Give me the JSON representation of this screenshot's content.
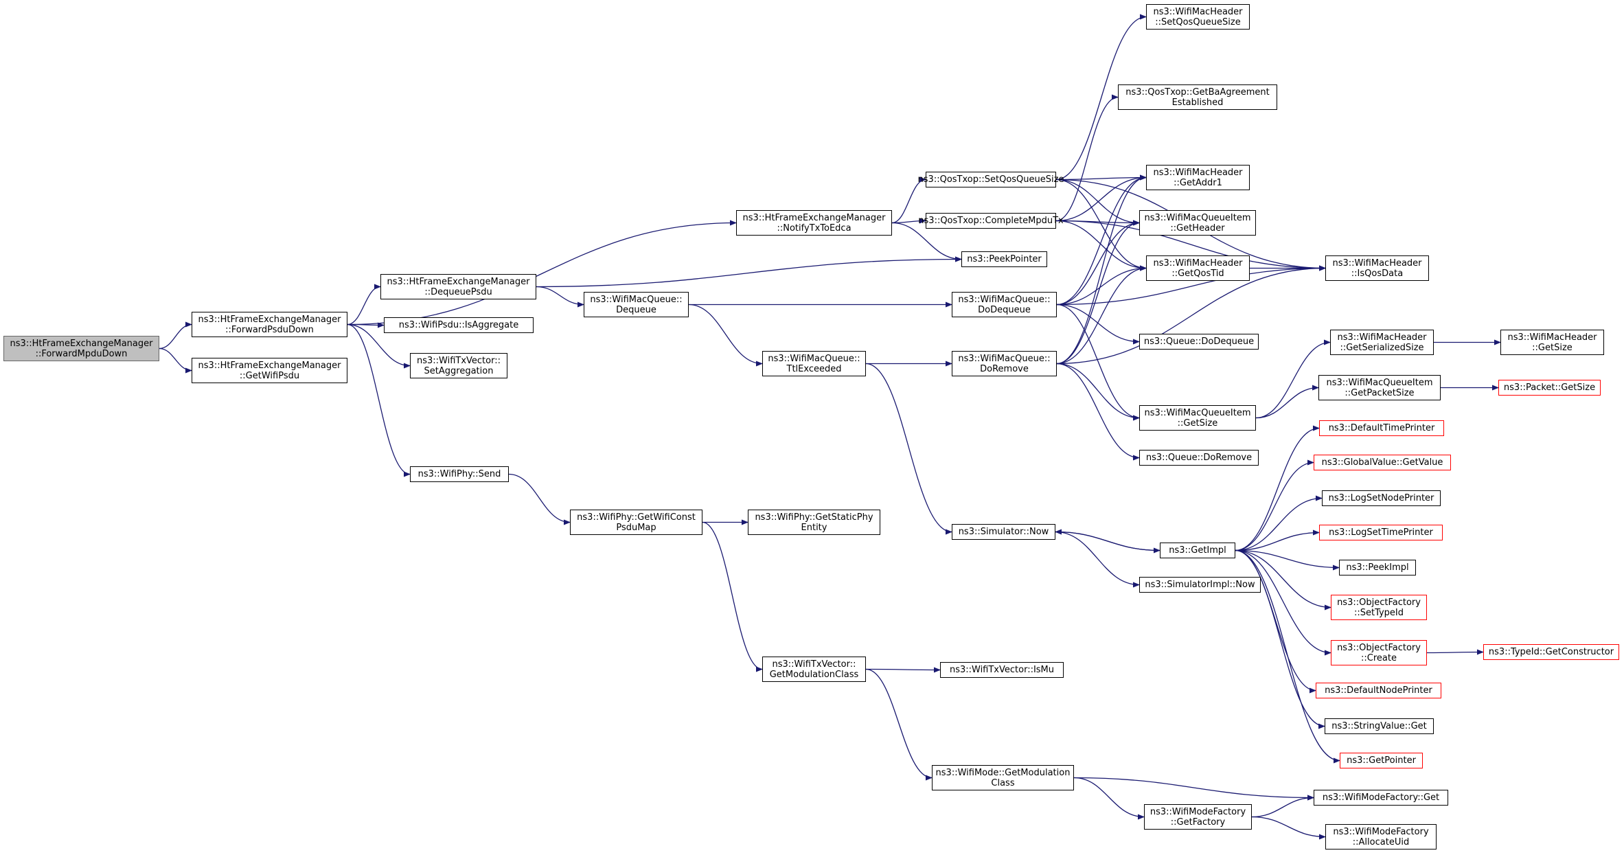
{
  "colors": {
    "edge": "#191970",
    "border": "#000000",
    "truncated_border": "#ff0000",
    "root_fill": "#bfbfbf"
  },
  "nodes": {
    "n_root": {
      "label": "ns3::HtFrameExchangeManager\n::ForwardMpduDown",
      "style": "root"
    },
    "n_fwdpsdu": {
      "label": "ns3::HtFrameExchangeManager\n::ForwardPsduDown"
    },
    "n_getwifipsdu": {
      "label": "ns3::HtFrameExchangeManager\n::GetWifiPsdu"
    },
    "n_notifytx": {
      "label": "ns3::HtFrameExchangeManager\n::NotifyTxToEdca"
    },
    "n_dequeuepsdu": {
      "label": "ns3::HtFrameExchangeManager\n::DequeuePsdu"
    },
    "n_isaggregate": {
      "label": "ns3::WifiPsdu::IsAggregate"
    },
    "n_setagg": {
      "label": "ns3::WifiTxVector::\nSetAggregation"
    },
    "n_physend": {
      "label": "ns3::WifiPhy::Send"
    },
    "n_getwificonst": {
      "label": "ns3::WifiPhy::GetWifiConst\nPsduMap"
    },
    "n_getstaticphy": {
      "label": "ns3::WifiPhy::GetStaticPhy\nEntity"
    },
    "n_getmodclass": {
      "label": "ns3::WifiTxVector::\nGetModulationClass"
    },
    "n_ismu": {
      "label": "ns3::WifiTxVector::IsMu"
    },
    "n_modegetmod": {
      "label": "ns3::WifiMode::GetModulation\nClass"
    },
    "n_factoryget": {
      "label": "ns3::WifiModeFactory::Get"
    },
    "n_getfactory": {
      "label": "ns3::WifiModeFactory\n::GetFactory"
    },
    "n_allocuid": {
      "label": "ns3::WifiModeFactory\n::AllocateUid"
    },
    "n_qdequeue": {
      "label": "ns3::WifiMacQueue::\nDequeue"
    },
    "n_ttl": {
      "label": "ns3::WifiMacQueue::\nTtlExceeded"
    },
    "n_dodequeue": {
      "label": "ns3::WifiMacQueue::\nDoDequeue"
    },
    "n_doremove": {
      "label": "ns3::WifiMacQueue::\nDoRemove"
    },
    "n_setqos": {
      "label": "ns3::QosTxop::SetQosQueueSize"
    },
    "n_completempdu": {
      "label": "ns3::QosTxop::CompleteMpduTx"
    },
    "n_peekpointer": {
      "label": "ns3::PeekPointer"
    },
    "n_hdrsetqos": {
      "label": "ns3::WifiMacHeader\n::SetQosQueueSize"
    },
    "n_getba": {
      "label": "ns3::QosTxop::GetBaAgreement\nEstablished"
    },
    "n_getaddr1": {
      "label": "ns3::WifiMacHeader\n::GetAddr1"
    },
    "n_itemgetheader": {
      "label": "ns3::WifiMacQueueItem\n::GetHeader"
    },
    "n_getqostid": {
      "label": "ns3::WifiMacHeader\n::GetQosTid"
    },
    "n_isqosdata": {
      "label": "ns3::WifiMacHeader\n::IsQosData"
    },
    "n_queuedodequeue": {
      "label": "ns3::Queue::DoDequeue"
    },
    "n_getserialized": {
      "label": "ns3::WifiMacHeader\n::GetSerializedSize"
    },
    "n_hdrgetsize": {
      "label": "ns3::WifiMacHeader\n::GetSize"
    },
    "n_getpacketsize": {
      "label": "ns3::WifiMacQueueItem\n::GetPacketSize"
    },
    "n_packetgetsize": {
      "label": "ns3::Packet::GetSize",
      "style": "truncated"
    },
    "n_itemgetsize": {
      "label": "ns3::WifiMacQueueItem\n::GetSize"
    },
    "n_queuedoremove": {
      "label": "ns3::Queue::DoRemove"
    },
    "n_defaulttime": {
      "label": "ns3::DefaultTimePrinter",
      "style": "truncated"
    },
    "n_globalvalue": {
      "label": "ns3::GlobalValue::GetValue",
      "style": "truncated"
    },
    "n_logsetnode": {
      "label": "ns3::LogSetNodePrinter"
    },
    "n_logsettime": {
      "label": "ns3::LogSetTimePrinter",
      "style": "truncated"
    },
    "n_simnow": {
      "label": "ns3::Simulator::Now"
    },
    "n_getimpl": {
      "label": "ns3::GetImpl"
    },
    "n_peekimpl": {
      "label": "ns3::PeekImpl"
    },
    "n_simimplnow": {
      "label": "ns3::SimulatorImpl::Now"
    },
    "n_settypeid": {
      "label": "ns3::ObjectFactory\n::SetTypeId",
      "style": "truncated"
    },
    "n_create": {
      "label": "ns3::ObjectFactory\n::Create",
      "style": "truncated"
    },
    "n_getconstructor": {
      "label": "ns3::TypeId::GetConstructor",
      "style": "truncated"
    },
    "n_defaultnode": {
      "label": "ns3::DefaultNodePrinter",
      "style": "truncated"
    },
    "n_stringget": {
      "label": "ns3::StringValue::Get"
    },
    "n_getpointer": {
      "label": "ns3::GetPointer",
      "style": "truncated"
    }
  },
  "edges": [
    [
      "n_root",
      "n_fwdpsdu"
    ],
    [
      "n_root",
      "n_getwifipsdu"
    ],
    [
      "n_fwdpsdu",
      "n_notifytx"
    ],
    [
      "n_fwdpsdu",
      "n_dequeuepsdu"
    ],
    [
      "n_fwdpsdu",
      "n_isaggregate"
    ],
    [
      "n_fwdpsdu",
      "n_setagg"
    ],
    [
      "n_fwdpsdu",
      "n_physend"
    ],
    [
      "n_notifytx",
      "n_setqos"
    ],
    [
      "n_notifytx",
      "n_completempdu"
    ],
    [
      "n_notifytx",
      "n_peekpointer"
    ],
    [
      "n_dequeuepsdu",
      "n_peekpointer"
    ],
    [
      "n_dequeuepsdu",
      "n_qdequeue"
    ],
    [
      "n_qdequeue",
      "n_dodequeue"
    ],
    [
      "n_qdequeue",
      "n_ttl"
    ],
    [
      "n_ttl",
      "n_doremove"
    ],
    [
      "n_ttl",
      "n_simnow"
    ],
    [
      "n_setqos",
      "n_hdrsetqos"
    ],
    [
      "n_setqos",
      "n_isqosdata"
    ],
    [
      "n_setqos",
      "n_getaddr1"
    ],
    [
      "n_setqos",
      "n_itemgetheader"
    ],
    [
      "n_setqos",
      "n_getqostid"
    ],
    [
      "n_completempdu",
      "n_getba"
    ],
    [
      "n_completempdu",
      "n_getaddr1"
    ],
    [
      "n_completempdu",
      "n_itemgetheader"
    ],
    [
      "n_completempdu",
      "n_getqostid"
    ],
    [
      "n_completempdu",
      "n_isqosdata"
    ],
    [
      "n_dodequeue",
      "n_getaddr1"
    ],
    [
      "n_dodequeue",
      "n_itemgetheader"
    ],
    [
      "n_dodequeue",
      "n_getqostid"
    ],
    [
      "n_dodequeue",
      "n_isqosdata"
    ],
    [
      "n_dodequeue",
      "n_queuedodequeue"
    ],
    [
      "n_dodequeue",
      "n_itemgetsize"
    ],
    [
      "n_doremove",
      "n_getaddr1"
    ],
    [
      "n_doremove",
      "n_itemgetheader"
    ],
    [
      "n_doremove",
      "n_getqostid"
    ],
    [
      "n_doremove",
      "n_isqosdata"
    ],
    [
      "n_doremove",
      "n_itemgetsize"
    ],
    [
      "n_doremove",
      "n_queuedoremove"
    ],
    [
      "n_getqostid",
      "n_isqosdata"
    ],
    [
      "n_itemgetsize",
      "n_getserialized"
    ],
    [
      "n_itemgetsize",
      "n_getpacketsize"
    ],
    [
      "n_getserialized",
      "n_hdrgetsize"
    ],
    [
      "n_getpacketsize",
      "n_packetgetsize"
    ],
    [
      "n_physend",
      "n_getwificonst"
    ],
    [
      "n_getwificonst",
      "n_getstaticphy"
    ],
    [
      "n_getwificonst",
      "n_getmodclass"
    ],
    [
      "n_getmodclass",
      "n_ismu"
    ],
    [
      "n_getmodclass",
      "n_modegetmod"
    ],
    [
      "n_modegetmod",
      "n_factoryget"
    ],
    [
      "n_modegetmod",
      "n_getfactory"
    ],
    [
      "n_getfactory",
      "n_factoryget"
    ],
    [
      "n_getfactory",
      "n_allocuid"
    ],
    [
      "n_simnow",
      "n_getimpl"
    ],
    [
      "n_simnow",
      "n_simimplnow"
    ],
    [
      "n_getimpl",
      "n_simnow"
    ],
    [
      "n_getimpl",
      "n_defaulttime"
    ],
    [
      "n_getimpl",
      "n_globalvalue"
    ],
    [
      "n_getimpl",
      "n_logsetnode"
    ],
    [
      "n_getimpl",
      "n_logsettime"
    ],
    [
      "n_getimpl",
      "n_peekimpl"
    ],
    [
      "n_getimpl",
      "n_settypeid"
    ],
    [
      "n_getimpl",
      "n_create"
    ],
    [
      "n_getimpl",
      "n_defaultnode"
    ],
    [
      "n_getimpl",
      "n_stringget"
    ],
    [
      "n_getimpl",
      "n_getpointer"
    ],
    [
      "n_create",
      "n_getconstructor"
    ]
  ]
}
